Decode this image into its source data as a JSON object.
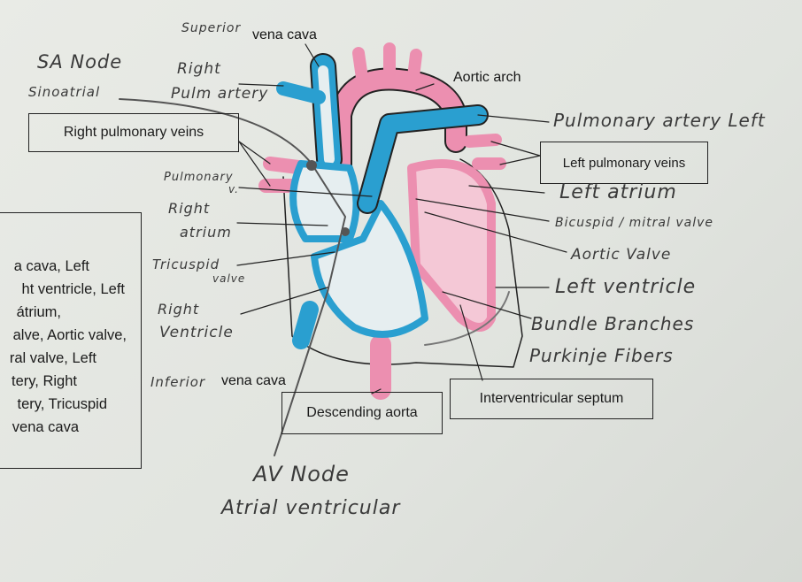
{
  "word_bank": {
    "lines": [
      "a cava, Left",
      "ht ventricle, Left",
      "átrium,",
      "alve, Aortic valve,",
      "ral valve, Left",
      "tery, Right",
      "tery, Tricuspid",
      "vena cava"
    ]
  },
  "labels": {
    "superior_hand": "Superior",
    "superior_print": "vena cava",
    "sa_node": "SA Node",
    "sinoatrial": "Sinoatrial",
    "right_pulm_1": "Right",
    "right_pulm_2": "Pulm artery",
    "right_pulmonary_veins": "Right pulmonary veins",
    "pulmonary_v_1": "Pulmonary",
    "pulmonary_v_2": "v.",
    "right_atrium_1": "Right",
    "right_atrium_2": "atrium",
    "tricuspid_1": "Tricuspid",
    "tricuspid_2": "valve",
    "right_ventricle_1": "Right",
    "right_ventricle_2": "Ventricle",
    "inferior_hand": "Inferior",
    "inferior_print": "vena cava",
    "descending_aorta": "Descending aorta",
    "av_node": "AV Node",
    "atrial_ventricular": "Atrial ventricular",
    "aortic_arch": "Aortic arch",
    "pulmonary_artery_left": "Pulmonary artery Left",
    "left_pulmonary_veins": "Left pulmonary veins",
    "left_atrium": "Left atrium",
    "bicuspid": "Bicuspid / mitral valve",
    "aortic_valve": "Aortic Valve",
    "left_ventricle": "Left ventricle",
    "bundle_branches": "Bundle Branches",
    "purkinje": "Purkinje Fibers",
    "interventricular_septum": "Interventricular septum"
  },
  "colors": {
    "blue": "#2a9fd0",
    "pink": "#ec8fb0",
    "ink": "#222222"
  }
}
